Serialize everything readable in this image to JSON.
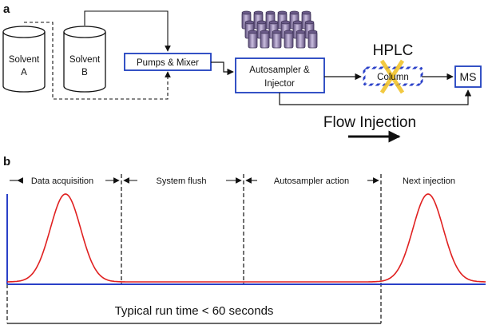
{
  "panel_a": {
    "label": "a",
    "solvent_a": {
      "line1": "Solvent",
      "line2": "A"
    },
    "solvent_b": {
      "line1": "Solvent",
      "line2": "B"
    },
    "pumps_mixer": "Pumps & Mixer",
    "autosampler": {
      "line1": "Autosampler &",
      "line2": "Injector"
    },
    "hplc_label": "HPLC",
    "column_label": "Column",
    "ms_label": "MS",
    "flow_injection_label": "Flow Injection"
  },
  "panel_b": {
    "label": "b",
    "segments": [
      "Data acquisition",
      "System flush",
      "Autosampler action",
      "Next injection"
    ],
    "run_time_label": "Typical run time < 60 seconds"
  },
  "colors": {
    "box_border": "#1f3fbf",
    "baseline": "#2a40c8",
    "peak": "#e02020",
    "vial": "#8a7aa8",
    "cross": "#f0c020"
  }
}
